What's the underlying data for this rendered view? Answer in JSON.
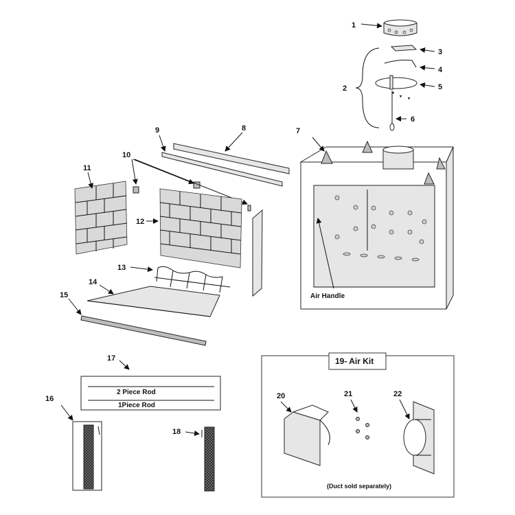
{
  "diagram": {
    "callouts": [
      "1",
      "2",
      "3",
      "4",
      "5",
      "6",
      "7",
      "8",
      "9",
      "10",
      "11",
      "12",
      "13",
      "14",
      "15",
      "16",
      "17",
      "18",
      "20",
      "21",
      "22"
    ],
    "labels": {
      "air_handle": "Air Handle",
      "two_piece_rod": "2 Piece Rod",
      "one_piece_rod": "1Piece Rod"
    },
    "air_kit": {
      "title": "19- Air Kit",
      "note": "(Duct sold separately)"
    }
  }
}
